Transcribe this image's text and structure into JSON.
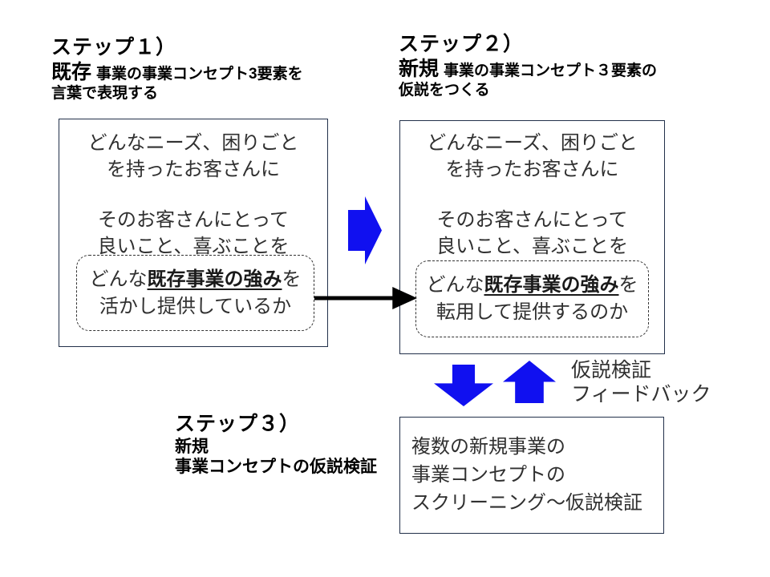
{
  "steps": {
    "step1": {
      "title": "ステップ１）",
      "keyword": "既存",
      "desc": "事業の事業コンセプト3要素を",
      "desc2": "言葉で表現する"
    },
    "step2": {
      "title": "ステップ２）",
      "keyword": "新規",
      "desc": "事業の事業コンセプト３要素の",
      "desc2": "仮説をつくる"
    },
    "step3": {
      "title": "ステップ３）",
      "keyword": "新規",
      "desc": "事業コンセプトの仮説検証"
    }
  },
  "boxes": {
    "existing": {
      "line1": "どんなニーズ、困りごと",
      "line2": "を持ったお客さんに",
      "line3": "そのお客さんにとって",
      "line4": "良いこと、喜ぶことを",
      "strength_prefix": "どんな",
      "strength": "既存事業の強み",
      "strength_suffix": "を",
      "strength_line2": "活かし提供しているか"
    },
    "new": {
      "line1": "どんなニーズ、困りごと",
      "line2": "を持ったお客さんに",
      "line3": "そのお客さんにとって",
      "line4": "良いこと、喜ぶことを",
      "strength_prefix": "どんな",
      "strength": "既存事業の強み",
      "strength_suffix": "を",
      "strength_line2": "転用して提供するのか"
    },
    "validation": {
      "line1": "複数の新規事業の",
      "line2": "事業コンセプトの",
      "line3": "スクリーニング～仮説検証"
    }
  },
  "labels": {
    "feedback_line1": "仮説検証",
    "feedback_line2": "フィードバック"
  },
  "colors": {
    "arrow_blue": "#1010f0",
    "arrow_black": "#000000",
    "box_border": "#22304a",
    "body_text": "#303030",
    "heading_text": "#000000"
  }
}
